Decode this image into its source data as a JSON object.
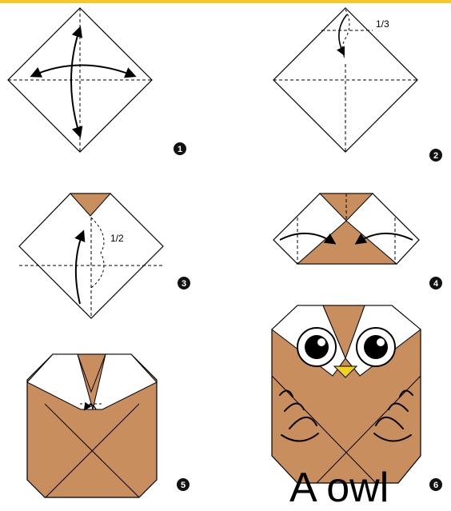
{
  "colors": {
    "paper": "#c88e5e",
    "white": "#ffffff",
    "line": "#000000",
    "beak": "#f2d21b",
    "accent": "#f4c72c",
    "badge": "#111111"
  },
  "steps": [
    {
      "number": "1"
    },
    {
      "number": "2",
      "fold_label": "1/3"
    },
    {
      "number": "3",
      "fold_label": "1/2"
    },
    {
      "number": "4"
    },
    {
      "number": "5"
    },
    {
      "number": "6"
    }
  ],
  "title": "A owl"
}
